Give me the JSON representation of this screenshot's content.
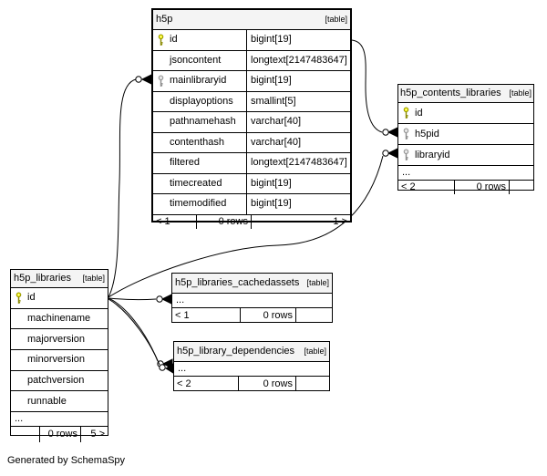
{
  "page": {
    "credit": "Generated by SchemaSpy"
  },
  "colors": {
    "primary_key_fill": "#f0f000",
    "primary_key_stroke": "#8a8a00",
    "foreign_key_fill": "#d9d9d9",
    "foreign_key_stroke": "#8c8c8c",
    "table_border": "#000000",
    "header_bg": "#f4f4f4"
  },
  "icons": {
    "primary_key": "key-icon",
    "foreign_key": "key-icon"
  },
  "tables": {
    "h5p": {
      "name": "h5p",
      "tag": "[table]",
      "columns": [
        {
          "name": "id",
          "type": "bigint[19]"
        },
        {
          "name": "jsoncontent",
          "type": "longtext[2147483647]"
        },
        {
          "name": "mainlibraryid",
          "type": "bigint[19]"
        },
        {
          "name": "displayoptions",
          "type": "smallint[5]"
        },
        {
          "name": "pathnamehash",
          "type": "varchar[40]"
        },
        {
          "name": "contenthash",
          "type": "varchar[40]"
        },
        {
          "name": "filtered",
          "type": "longtext[2147483647]"
        },
        {
          "name": "timecreated",
          "type": "bigint[19]"
        },
        {
          "name": "timemodified",
          "type": "bigint[19]"
        }
      ],
      "footer": {
        "left": "< 1",
        "center": "0 rows",
        "right": "1 >"
      }
    },
    "h5p_contents_libraries": {
      "name": "h5p_contents_libraries",
      "tag": "[table]",
      "columns": [
        {
          "name": "id"
        },
        {
          "name": "h5pid"
        },
        {
          "name": "libraryid"
        }
      ],
      "ellipsis": "...",
      "footer": {
        "left": "< 2",
        "center": "0 rows",
        "right": ""
      }
    },
    "h5p_libraries": {
      "name": "h5p_libraries",
      "tag": "[table]",
      "columns": [
        {
          "name": "id"
        },
        {
          "name": "machinename"
        },
        {
          "name": "majorversion"
        },
        {
          "name": "minorversion"
        },
        {
          "name": "patchversion"
        },
        {
          "name": "runnable"
        }
      ],
      "ellipsis": "...",
      "footer": {
        "left": "",
        "center": "0 rows",
        "right": "5 >"
      }
    },
    "h5p_libraries_cachedassets": {
      "name": "h5p_libraries_cachedassets",
      "tag": "[table]",
      "ellipsis": "...",
      "footer": {
        "left": "< 1",
        "center": "0 rows",
        "right": ""
      }
    },
    "h5p_library_dependencies": {
      "name": "h5p_library_dependencies",
      "tag": "[table]",
      "ellipsis": "...",
      "footer": {
        "left": "< 2",
        "center": "0 rows",
        "right": ""
      }
    }
  }
}
